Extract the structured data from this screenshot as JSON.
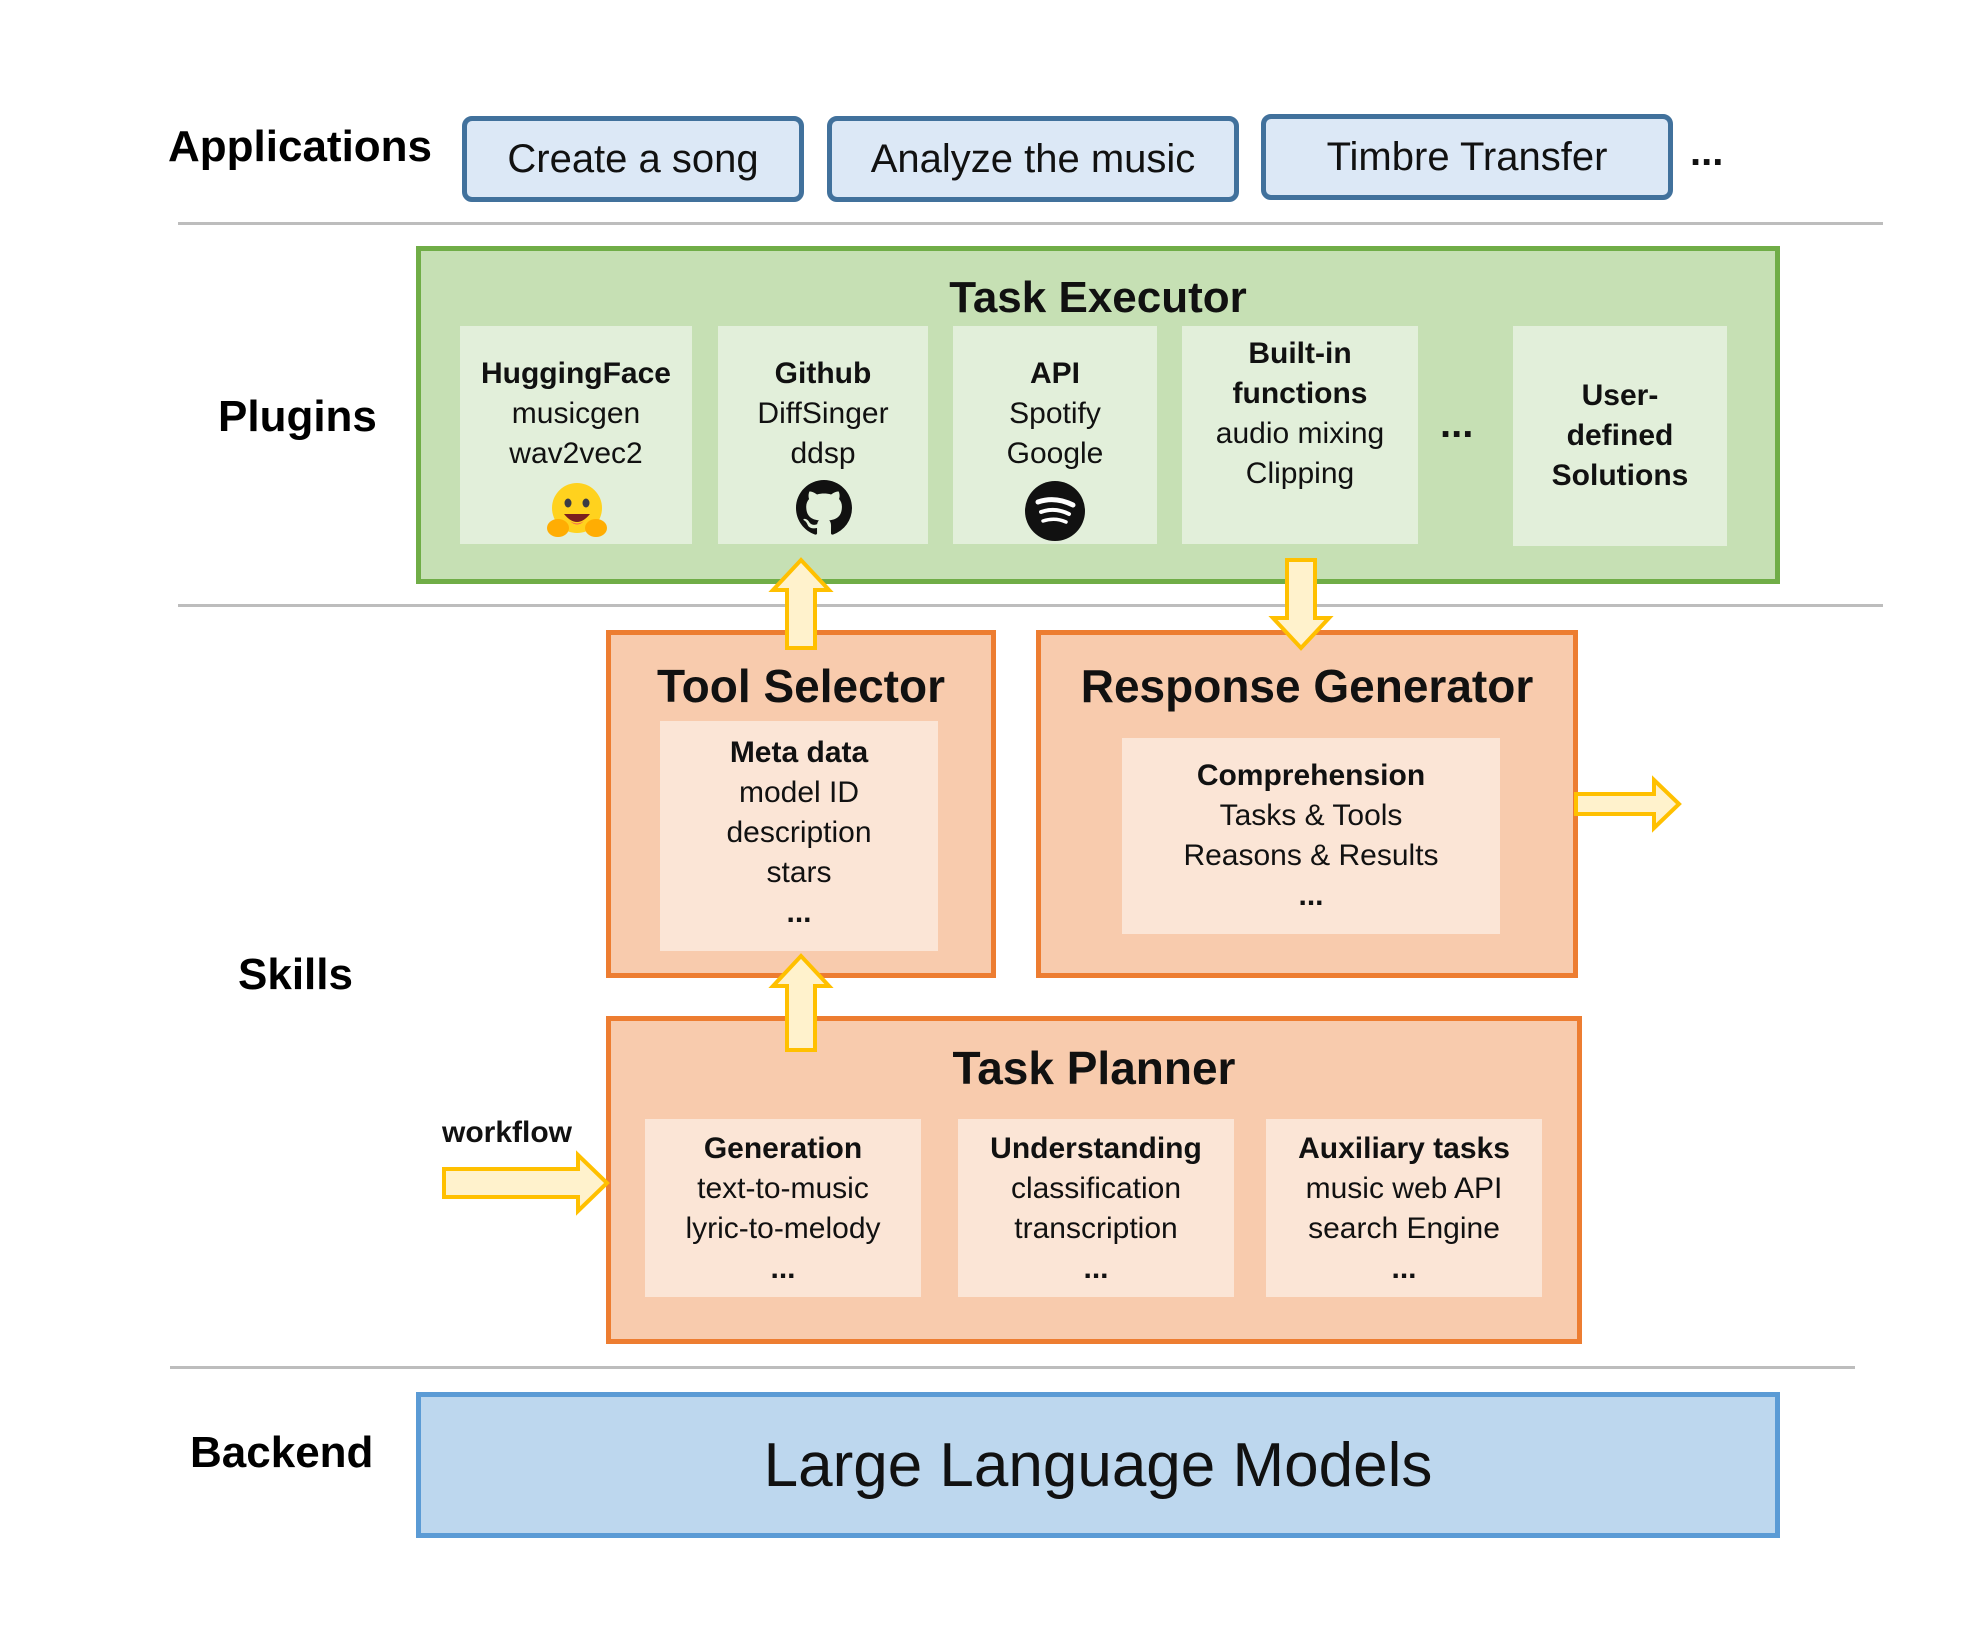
{
  "layers": {
    "applications": "Applications",
    "plugins": "Plugins",
    "skills": "Skills",
    "backend": "Backend"
  },
  "applications": {
    "items": [
      "Create a song",
      "Analyze the music",
      "Timbre Transfer"
    ],
    "more": "..."
  },
  "task_executor": {
    "title": "Task Executor",
    "cards": [
      {
        "heading": "HuggingFace",
        "lines": [
          "musicgen",
          "wav2vec2"
        ],
        "icon": "hugging-face-icon"
      },
      {
        "heading": "Github",
        "lines": [
          "DiffSinger",
          "ddsp"
        ],
        "icon": "github-icon"
      },
      {
        "heading": "API",
        "lines": [
          "Spotify",
          "Google"
        ],
        "icon": "spotify-icon"
      },
      {
        "heading": "Built-in functions",
        "heading_lines": [
          "Built-in",
          "functions"
        ],
        "lines": [
          "audio mixing",
          "Clipping"
        ]
      },
      {
        "heading": "User-defined Solutions",
        "heading_lines": [
          "User-",
          "defined",
          "Solutions"
        ],
        "lines": []
      }
    ],
    "more": "..."
  },
  "tool_selector": {
    "title": "Tool Selector",
    "card": {
      "heading": "Meta data",
      "lines": [
        "model ID",
        "description",
        "stars",
        "..."
      ]
    }
  },
  "response_generator": {
    "title": "Response Generator",
    "card": {
      "heading": "Comprehension",
      "lines": [
        "Tasks & Tools",
        "Reasons & Results",
        "..."
      ]
    }
  },
  "task_planner": {
    "title": "Task Planner",
    "input_label": "workflow",
    "cards": [
      {
        "heading": "Generation",
        "lines": [
          "text-to-music",
          "lyric-to-melody",
          "..."
        ]
      },
      {
        "heading": "Understanding",
        "lines": [
          "classification",
          "transcription",
          "..."
        ]
      },
      {
        "heading": "Auxiliary tasks",
        "lines": [
          "music web API",
          "search Engine",
          "..."
        ]
      }
    ]
  },
  "backend": {
    "title": "Large Language Models"
  },
  "colors": {
    "app_fill": "#dce8f6",
    "app_border": "#41719c",
    "plugin_fill": "#c6e0b4",
    "plugin_border": "#70ad47",
    "plugin_card": "#e2efda",
    "skill_fill": "#f8cbad",
    "skill_border": "#ed7d31",
    "skill_card": "#fbe5d6",
    "backend_fill": "#bdd7ee",
    "backend_border": "#5b9bd5",
    "arrow_fill": "#fff2cc",
    "arrow_border": "#ffc000",
    "separator": "#bdbdbd"
  }
}
